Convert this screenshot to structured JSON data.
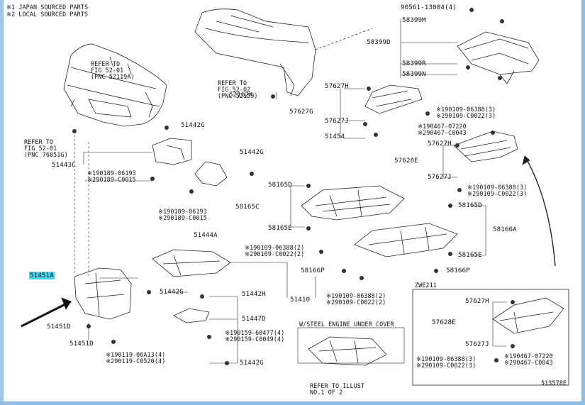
{
  "notes": {
    "n1": "※1 JAPAN SOURCED PARTS",
    "n2": "※2 LOCAL SOURCED PARTS"
  },
  "refs": {
    "r1": [
      "REFER TO",
      "FIG 52-01",
      "(PNC 52119A)"
    ],
    "r2": [
      "REFER TO",
      "FIG 52-02",
      "(PNC 52159)"
    ],
    "r3": [
      "REFER TO",
      "FIG 52-01",
      "(PNC 76851G)"
    ],
    "r4": [
      "REFER TO ILLUST",
      "NO.1 OF 2"
    ]
  },
  "parts": {
    "p90561": "90561-13004(4)",
    "p58399M": "58399M",
    "p58399D": "58399D",
    "p58399R": "58399R",
    "p58399N": "58399N",
    "p52162K": "52162K",
    "p57627H_a": "57627H",
    "p57627G": "57627G",
    "p57627J_a": "57627J",
    "p51454": "51454",
    "p51442G_a": "51442G",
    "p51442G_b": "51442G",
    "p51442G_c": "51442G",
    "p51442G_d": "51442G",
    "p51443C": "51443C",
    "p51444A": "51444A",
    "p58165D": "58165D",
    "p58165C": "58165C",
    "p58165E": "58165E",
    "p58166D": "58165D",
    "p58166A": "58166A",
    "p58166E": "58165E",
    "p58166P_a": "58166P",
    "p58166P_b": "58166P",
    "p57627H_b": "57627H",
    "p57628E_a": "57628E",
    "p57627J_b": "57627J",
    "p51451A": "51451A",
    "p51442H": "51442H",
    "p51447D": "51447D",
    "p51451D_a": "51451D",
    "p51451D_b": "51451D",
    "p51410": "51410",
    "p57627H_c": "57627H",
    "p57628E_b": "57628E",
    "p57627J_c": "57627J"
  },
  "fasteners": {
    "f1a": "※190109-06388(3)",
    "f1b": "※290109-C0022(3)",
    "f2a": "※190467-07220",
    "f2b": "※290467-C0043",
    "f3a": "※190189-06193",
    "f3b": "※290189-C0015",
    "f4a": "※190189-06193",
    "f4b": "※290189-C0015",
    "f5a": "※190109-06388(3)",
    "f5b": "※290109-C0022(3)",
    "f6a": "※190109-06388(2)",
    "f6b": "※290109-C0022(2)",
    "f7a": "※190109-06388(2)",
    "f7b": "※290109-C0022(2)",
    "f8a": "※190159-60477(4)",
    "f8b": "※290159-C0049(4)",
    "f9a": "※190119-06A13(4)",
    "f9b": "※290119-C0520(4)",
    "f10a": "※190109-06388(3)",
    "f10b": "※290109-C0022(3)",
    "f11a": "※190467-07220",
    "f11b": "※290467-C0043"
  },
  "captions": {
    "zwe": "ZWE211",
    "engine_cover": "W/STEEL ENGINE UNDER COVER",
    "fig_id": "513578E"
  }
}
